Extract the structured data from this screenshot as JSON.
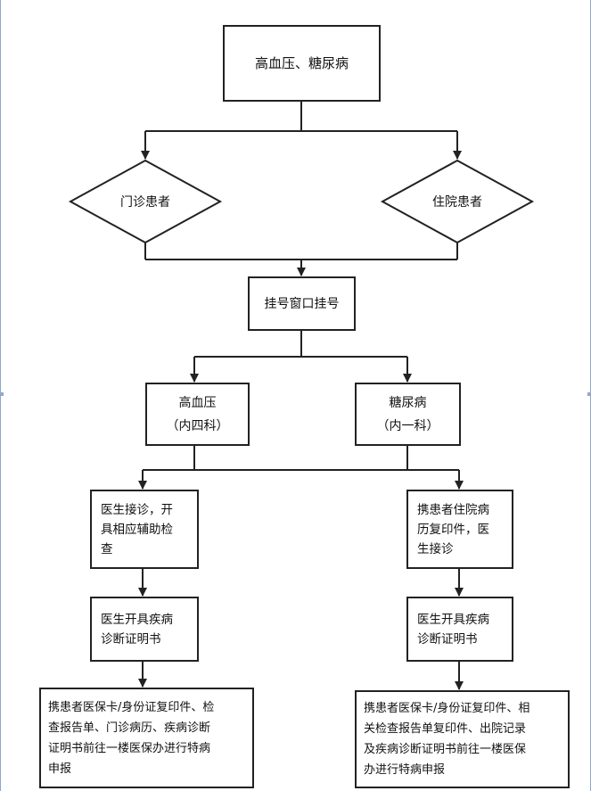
{
  "nodes": {
    "top": "高血压、糖尿病",
    "outpatient": "门诊患者",
    "inpatient": "住院患者",
    "registration": "挂号窗口挂号",
    "hypertension": {
      "name": "高血压",
      "dept": "（内四科）"
    },
    "diabetes": {
      "name": "糖尿病",
      "dept": "（内一科）"
    },
    "left_step1": {
      "line1": "医生接诊，开",
      "line2": "具相应辅助检",
      "line3": "查"
    },
    "right_step1": {
      "line1": "携患者住院病",
      "line2": "历复印件，医",
      "line3": "生接诊"
    },
    "left_step2": {
      "line1": "医生开具疾病",
      "line2": "诊断证明书"
    },
    "right_step2": {
      "line1": "医生开具疾病",
      "line2": "诊断证明书"
    },
    "left_step3": {
      "line1": "携患者医保卡/身份证复印件、检",
      "line2": "查报告单、门诊病历、疾病诊断",
      "line3": "证明书前往一楼医保办进行特病",
      "line4": "申报"
    },
    "right_step3": {
      "line1": "携患者医保卡/身份证复印件、相",
      "line2": "关检查报告单复印件、出院记录",
      "line3": "及疾病诊断证明书前往一楼医保",
      "line4": "办进行特病申报"
    }
  },
  "colors": {
    "stroke": "#222222",
    "frame": "#8fa8c8"
  }
}
